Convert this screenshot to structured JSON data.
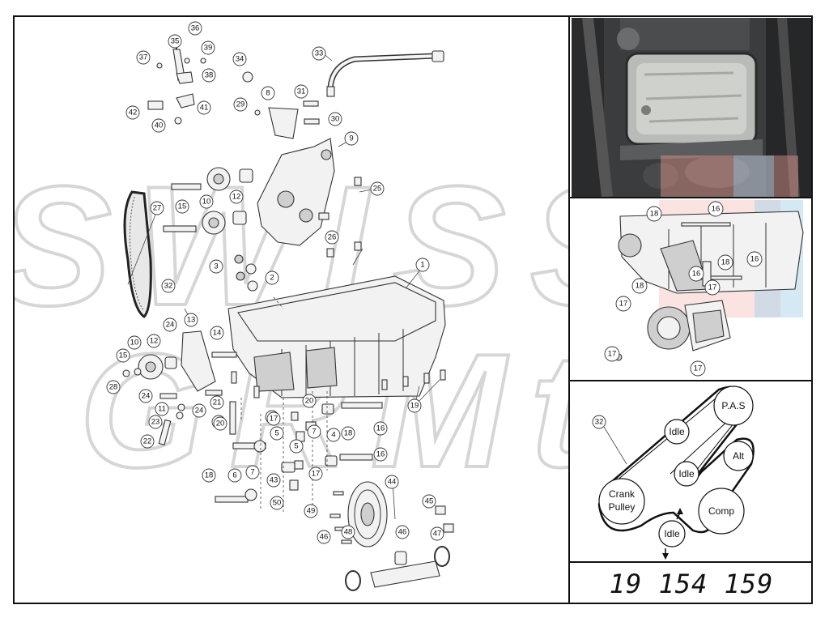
{
  "watermark": {
    "line1": "SWISS",
    "line2": "GRMt"
  },
  "part_number": "19 154 159",
  "main_callouts": [
    "36",
    "35",
    "39",
    "37",
    "38",
    "34",
    "33",
    "41",
    "42",
    "40",
    "8",
    "31",
    "29",
    "30",
    "9",
    "25",
    "27",
    "10",
    "12",
    "15",
    "26",
    "32",
    "3",
    "2",
    "1",
    "24",
    "13",
    "14",
    "12",
    "10",
    "15",
    "28",
    "24",
    "21",
    "11",
    "23",
    "24",
    "21",
    "20",
    "22",
    "19",
    "17",
    "5",
    "7",
    "20",
    "17",
    "16",
    "4",
    "18",
    "16",
    "18",
    "6",
    "7",
    "17",
    "5",
    "43",
    "49",
    "50",
    "44",
    "45",
    "47",
    "46",
    "48",
    "46"
  ],
  "inset_callouts": [
    "18",
    "16",
    "18",
    "16",
    "16",
    "18",
    "17",
    "17",
    "17",
    "17"
  ],
  "belt": {
    "callout": "32",
    "pulleys": {
      "pas": "P.A.S",
      "idle_top": "Idle",
      "alt": "Alt",
      "idle_mid": "Idle",
      "crank_line1": "Crank",
      "crank_line2": "Pulley",
      "comp": "Comp",
      "idle_bottom": "Idle"
    }
  },
  "colors": {
    "border": "#111111",
    "line": "#333333",
    "watermark": "#d8d8d8",
    "tint_red": "#e79a90",
    "tint_blue": "#8fc3dd"
  }
}
